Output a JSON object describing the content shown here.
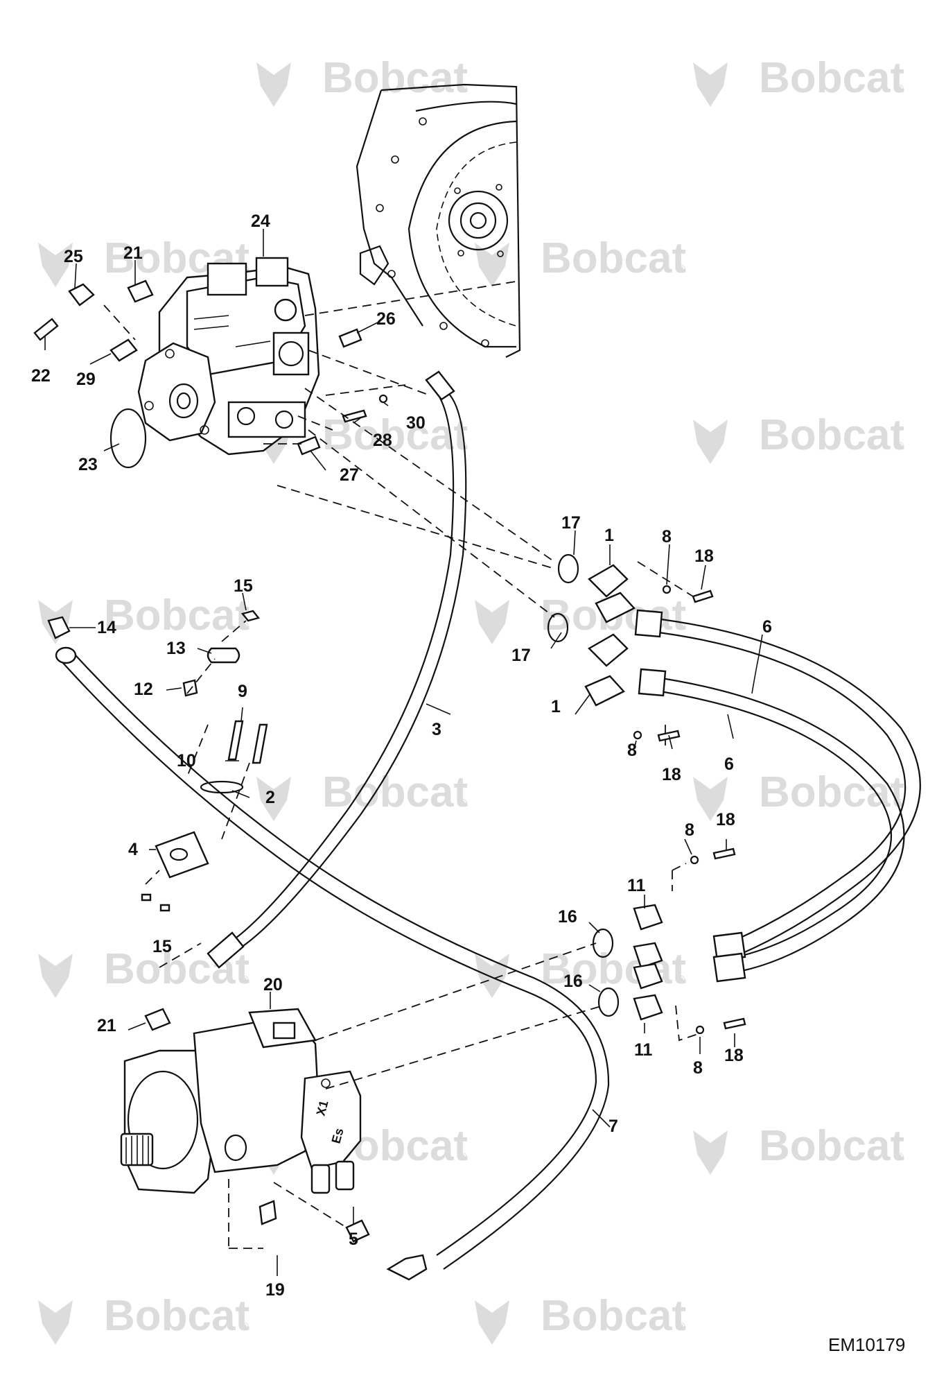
{
  "brand": {
    "watermark_text": "Bobcat",
    "watermark_mark": "®",
    "watermark_color": "#dcdcdc"
  },
  "drawing_number": "EM10179",
  "callouts": {
    "c1a": "1",
    "c1b": "1",
    "c2": "2",
    "c3": "3",
    "c4": "4",
    "c5": "5",
    "c6a": "6",
    "c6b": "6",
    "c7": "7",
    "c8a": "8",
    "c8b": "8",
    "c8c": "8",
    "c8d": "8",
    "c9": "9",
    "c10": "10",
    "c11a": "11",
    "c11b": "11",
    "c12": "12",
    "c13": "13",
    "c14": "14",
    "c15a": "15",
    "c15b": "15",
    "c16a": "16",
    "c16b": "16",
    "c17a": "17",
    "c17b": "17",
    "c18a": "18",
    "c18b": "18",
    "c18c": "18",
    "c18d": "18",
    "c19": "19",
    "c20": "20",
    "c21a": "21",
    "c21b": "21",
    "c22": "22",
    "c23": "23",
    "c24": "24",
    "c25": "25",
    "c26": "26",
    "c27": "27",
    "c28": "28",
    "c29": "29",
    "c30": "30"
  }
}
